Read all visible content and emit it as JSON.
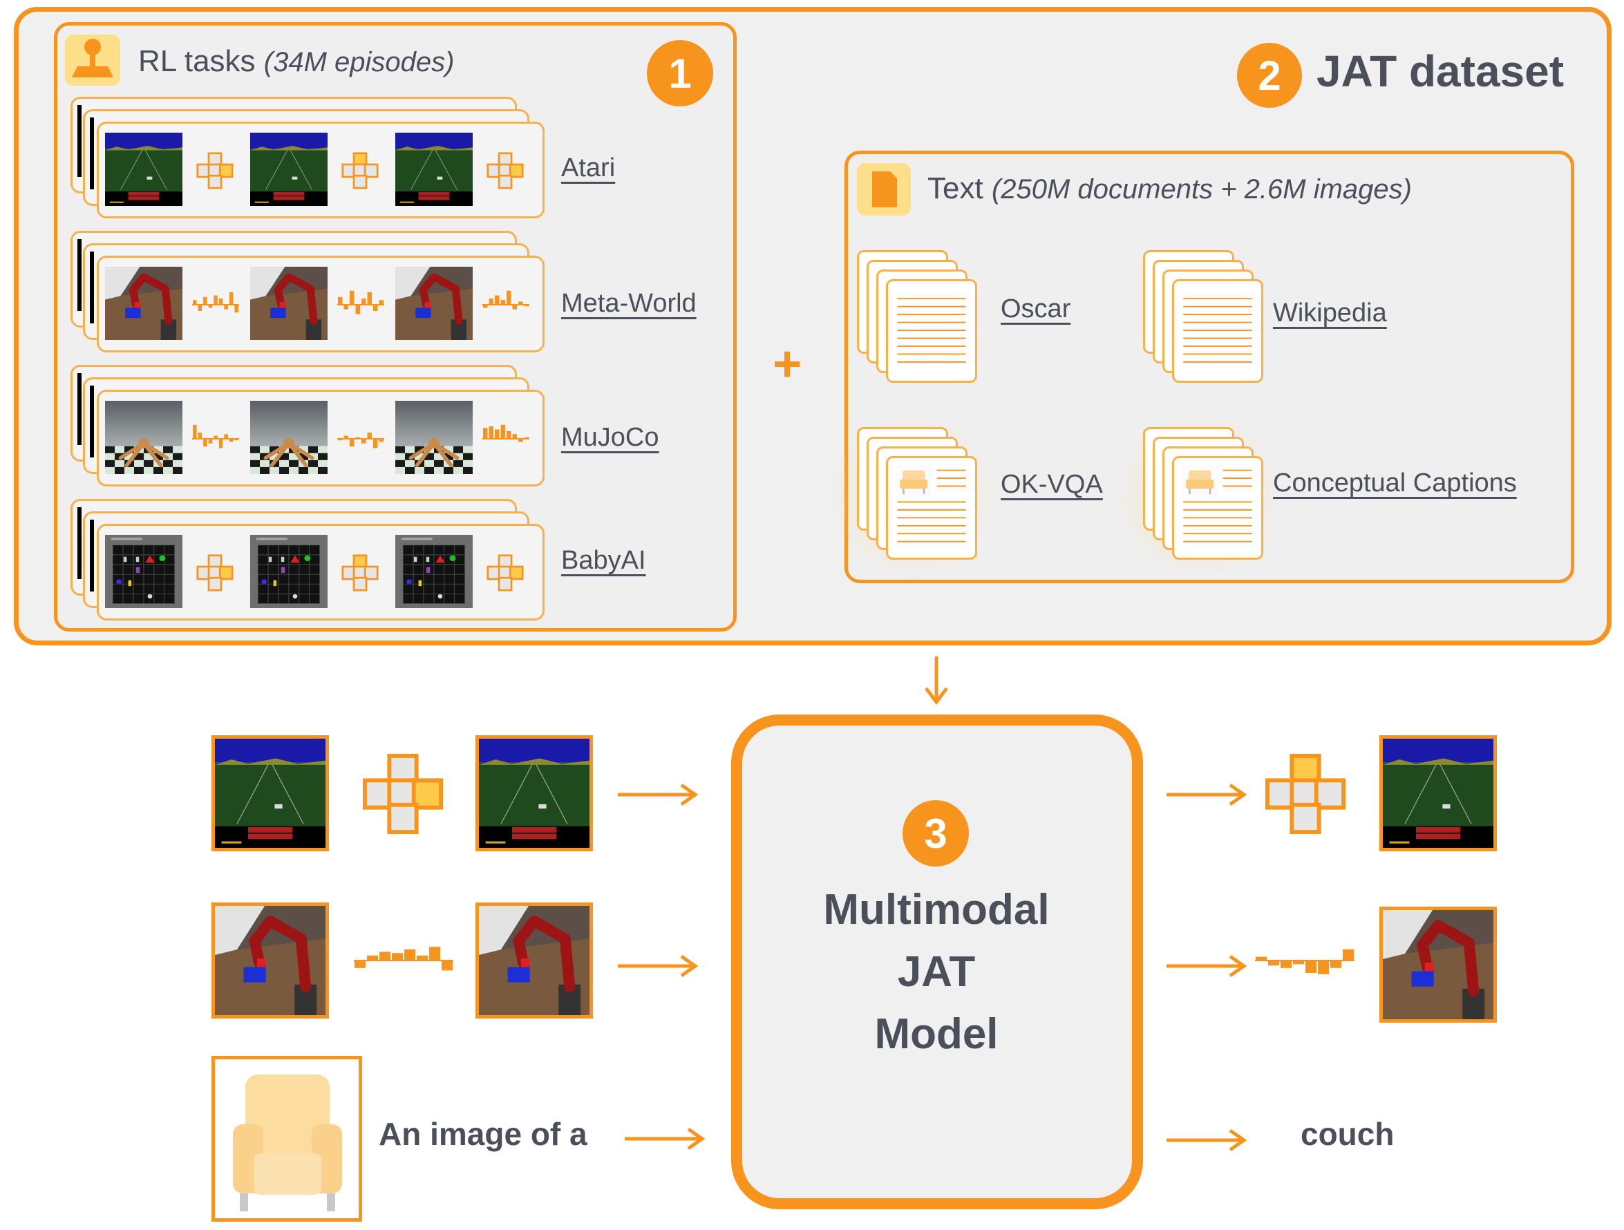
{
  "dataset": {
    "title": "JAT dataset",
    "badge": "2"
  },
  "rl_panel": {
    "title": "RL tasks",
    "title_detail": "(34M episodes)",
    "badge": "1",
    "icon": "joystick-icon",
    "tasks": [
      {
        "label": "Atari",
        "frame": "atari",
        "action": "dpad"
      },
      {
        "label": "Meta-World",
        "frame": "metaworld",
        "action": "bars"
      },
      {
        "label": "MuJoCo",
        "frame": "mujoco",
        "action": "bars"
      },
      {
        "label": "BabyAI",
        "frame": "babyai",
        "action": "dpad"
      }
    ]
  },
  "plus_sign": "+",
  "text_panel": {
    "title": "Text",
    "title_detail": "(250M documents + 2.6M images)",
    "icon": "document-icon",
    "datasets": [
      {
        "label": "Oscar",
        "kind": "text"
      },
      {
        "label": "Wikipedia",
        "kind": "text"
      },
      {
        "label": "OK-VQA",
        "kind": "image-text"
      },
      {
        "label": "Conceptual Captions",
        "kind": "image-text"
      }
    ]
  },
  "model": {
    "badge": "3",
    "line1": "Multimodal",
    "line2": "JAT",
    "line3": "Model"
  },
  "examples": {
    "input_text": "An image of a",
    "output_text": "couch"
  },
  "colors": {
    "accent": "#F7941D",
    "accent_light": "#FFC94A",
    "panel_bg": "#F0F0F0",
    "text": "#4A4F5A"
  }
}
